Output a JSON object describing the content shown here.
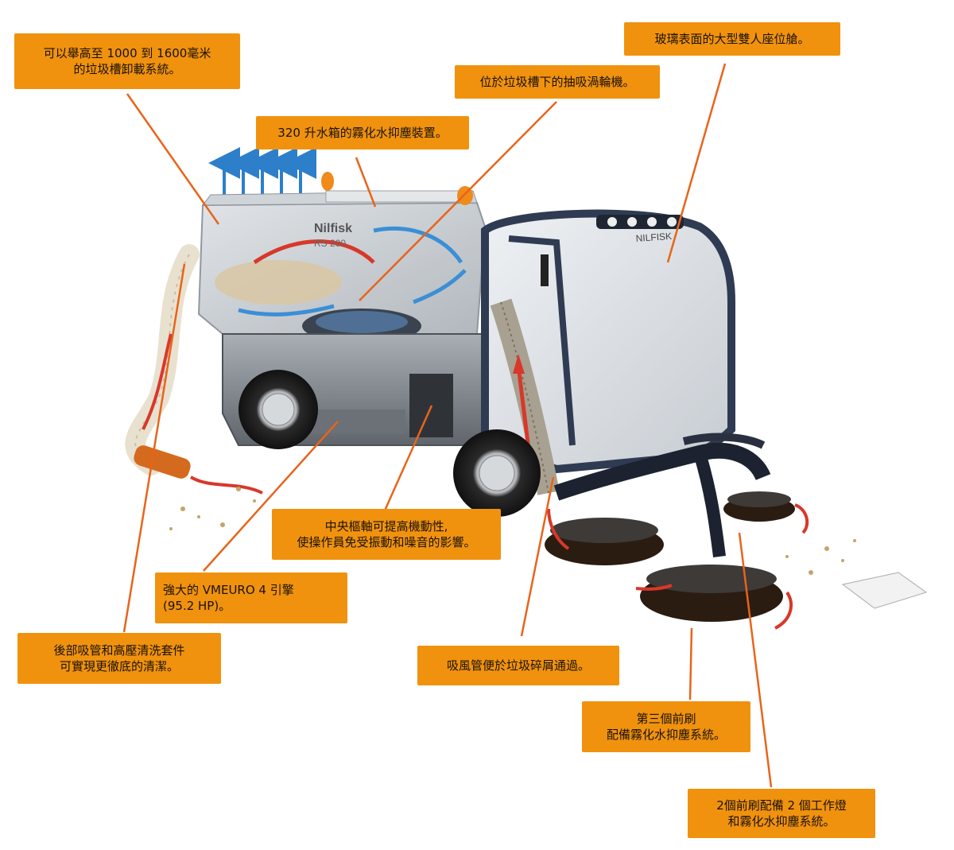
{
  "brand": {
    "cab_logo": "NILFISK",
    "body_logo": "Nilfisk",
    "model": "RS 200"
  },
  "colors": {
    "callout_bg": "#f0920e",
    "leader": "#e8641a",
    "airflow_blue": "#3a8fd6",
    "airflow_red": "#d8382a"
  },
  "callouts": {
    "dump": {
      "line1": "可以舉高至 1000 到 1600毫米",
      "line2": "的垃圾槽卸載系統。"
    },
    "cab": {
      "line1": "玻璃表面的大型雙人座位艙。"
    },
    "turbine": {
      "line1": "位於垃圾槽下的抽吸渦輪機。"
    },
    "mist": {
      "line1": "320 升水箱的霧化水抑塵裝置。"
    },
    "axle": {
      "line1": "中央樞軸可提高機動性,",
      "line2": "使操作員免受振動和噪音的影響。"
    },
    "engine": {
      "line1": "強大的 VMEURO 4 引擎",
      "line2": "(95.2 HP)。"
    },
    "hose": {
      "line1": "後部吸管和高壓清洗套件",
      "line2": "可實現更徹底的清潔。"
    },
    "pipe": {
      "line1": "吸風管便於垃圾碎屑通過。"
    },
    "brush3": {
      "line1": "第三個前刷",
      "line2": "配備霧化水抑塵系統。"
    },
    "brush2": {
      "line1": "2個前刷配備 2 個工作燈",
      "line2": "和霧化水抑塵系統。"
    }
  }
}
